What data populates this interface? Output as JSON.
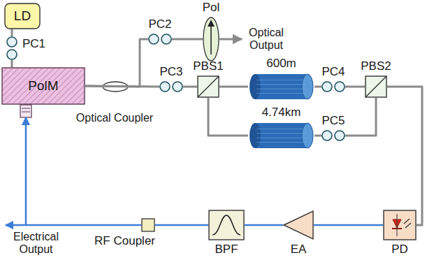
{
  "diagram": {
    "nodes": [
      {
        "text": [
          "LD"
        ]
      },
      {
        "text": [
          "PC1"
        ]
      },
      {
        "text": [
          "PolM"
        ]
      },
      {
        "text": [
          "PC2"
        ]
      },
      {
        "text": [
          "Pol"
        ]
      },
      {
        "text": [
          "PC3"
        ]
      },
      {
        "text": [
          "PBS1"
        ]
      },
      {
        "text": [
          "600m"
        ]
      },
      {
        "text": [
          "PC4"
        ]
      },
      {
        "text": [
          "PBS2"
        ]
      },
      {
        "text": [
          "4.74km"
        ]
      },
      {
        "text": [
          "PC5"
        ]
      },
      {
        "text": [
          "PD"
        ]
      },
      {
        "text": [
          "EA"
        ]
      },
      {
        "text": [
          "BPF"
        ]
      },
      {
        "text": [
          "RF Coupler"
        ]
      }
    ],
    "edges": [
      {
        "from": 0,
        "to": 1,
        "arrow": "none"
      },
      {
        "from": 1,
        "to": 2,
        "arrow": "none"
      },
      {
        "from": 2,
        "to": 3,
        "arrow": "none"
      },
      {
        "from": 2,
        "to": 5,
        "arrow": "none"
      },
      {
        "from": 3,
        "to": 4,
        "arrow": "none"
      },
      {
        "from": 5,
        "to": 6,
        "arrow": "none"
      },
      {
        "from": 6,
        "to": 7,
        "arrow": "none"
      },
      {
        "from": 7,
        "to": 8,
        "arrow": "none"
      },
      {
        "from": 8,
        "to": 9,
        "arrow": "none"
      },
      {
        "from": 6,
        "to": 10,
        "arrow": "none"
      },
      {
        "from": 10,
        "to": 11,
        "arrow": "none"
      },
      {
        "from": 11,
        "to": 9,
        "arrow": "none"
      },
      {
        "from": 9,
        "to": 12,
        "arrow": "none"
      },
      {
        "from": 12,
        "to": 13,
        "arrow": "none"
      },
      {
        "from": 13,
        "to": 14,
        "arrow": "none"
      },
      {
        "from": 14,
        "to": 15,
        "arrow": "none"
      },
      {
        "from": 15,
        "to": 2,
        "arrow": "to"
      }
    ],
    "labels": [
      "Optical Coupler",
      "Optical Output",
      "Electrical Output"
    ]
  }
}
